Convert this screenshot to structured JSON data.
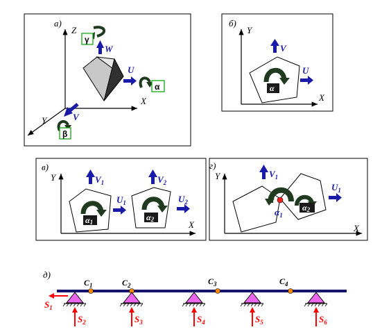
{
  "colors": {
    "velocity_arrow": "#1a1aa8",
    "rotation_arrow": "#1f3a1f",
    "angle_box_green": "#00a000",
    "support_fill": "#ee66ee",
    "beam": "#14146e",
    "contact_point": "#ff8800",
    "force_red": "#ff0000"
  },
  "panels": {
    "a": {
      "label": "а)",
      "axes": {
        "x": "X",
        "y": "Y",
        "z": "Z"
      },
      "velocities": {
        "u": "U",
        "v": "V",
        "w": "W"
      },
      "angles": {
        "alpha": "α",
        "beta": "β",
        "gamma": "γ"
      }
    },
    "b": {
      "label": "б)",
      "axes": {
        "x": "X",
        "y": "Y"
      },
      "velocities": {
        "u": "U",
        "v": "V"
      },
      "angle": "α"
    },
    "v": {
      "label": "в)",
      "axes": {
        "x": "X",
        "y": "Y"
      },
      "velocities": {
        "u1": "U",
        "u1_sub": "1",
        "v1": "V",
        "v1_sub": "1",
        "u2": "U",
        "u2_sub": "2",
        "v2": "V",
        "v2_sub": "2"
      },
      "angles": {
        "a1": "α",
        "a1_sub": "1",
        "a2": "α",
        "a2_sub": "2"
      }
    },
    "g": {
      "label": "г)",
      "axes": {
        "x": "X",
        "y": "Y"
      },
      "velocities": {
        "u1": "U",
        "u1_sub": "1",
        "v1": "V",
        "v1_sub": "1"
      },
      "angles": {
        "a1": "α",
        "a1_sub": "1",
        "a2": "α",
        "a2_sub": "2"
      }
    },
    "d": {
      "label": "д)",
      "contacts": [
        {
          "t": "C",
          "s": "1"
        },
        {
          "t": "C",
          "s": "2"
        },
        {
          "t": "C",
          "s": "3"
        },
        {
          "t": "C",
          "s": "4"
        }
      ],
      "forces": [
        {
          "t": "S",
          "s": "1"
        },
        {
          "t": "S",
          "s": "2"
        },
        {
          "t": "S",
          "s": "3"
        },
        {
          "t": "S",
          "s": "4"
        },
        {
          "t": "S",
          "s": "5"
        },
        {
          "t": "S",
          "s": "6"
        }
      ]
    }
  }
}
